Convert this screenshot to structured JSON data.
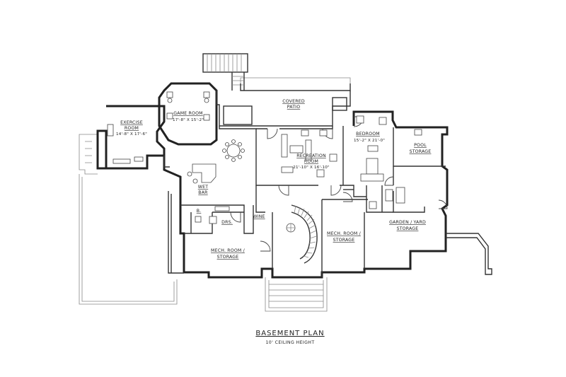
{
  "plan": {
    "title": "BASEMENT PLAN",
    "subtitle": "10' CEILING HEIGHT"
  },
  "rooms": [
    {
      "key": "exercise",
      "name1": "EXERCISE",
      "name2": "ROOM",
      "dim": "14'-8\" X 17'-6\""
    },
    {
      "key": "game",
      "name1": "GAME ROOM",
      "dim": "17'-8\" X 15'-2\""
    },
    {
      "key": "patio",
      "name1": "COVERED",
      "name2": "PATIO"
    },
    {
      "key": "bedroom",
      "name1": "BEDROOM",
      "dim": "15'-2\" X 21'-0\""
    },
    {
      "key": "pool",
      "name1": "POOL",
      "name2": "STORAGE"
    },
    {
      "key": "recreation",
      "name1": "RECREATION",
      "name2": "ROOM",
      "dim": "21'-10\" X 16'-10\""
    },
    {
      "key": "wetbar",
      "name1": "WET",
      "name2": "BAR"
    },
    {
      "key": "b",
      "name1": "B."
    },
    {
      "key": "drs",
      "name1": "DRS."
    },
    {
      "key": "wine",
      "name1": "WINE"
    },
    {
      "key": "mech_center",
      "name1": "MECH. ROOM /",
      "name2": "STORAGE"
    },
    {
      "key": "garden",
      "name1": "GARDEN / YARD",
      "name2": "STORAGE"
    },
    {
      "key": "mech_left",
      "name1": "MECH. ROOM /",
      "name2": "STORAGE"
    }
  ]
}
